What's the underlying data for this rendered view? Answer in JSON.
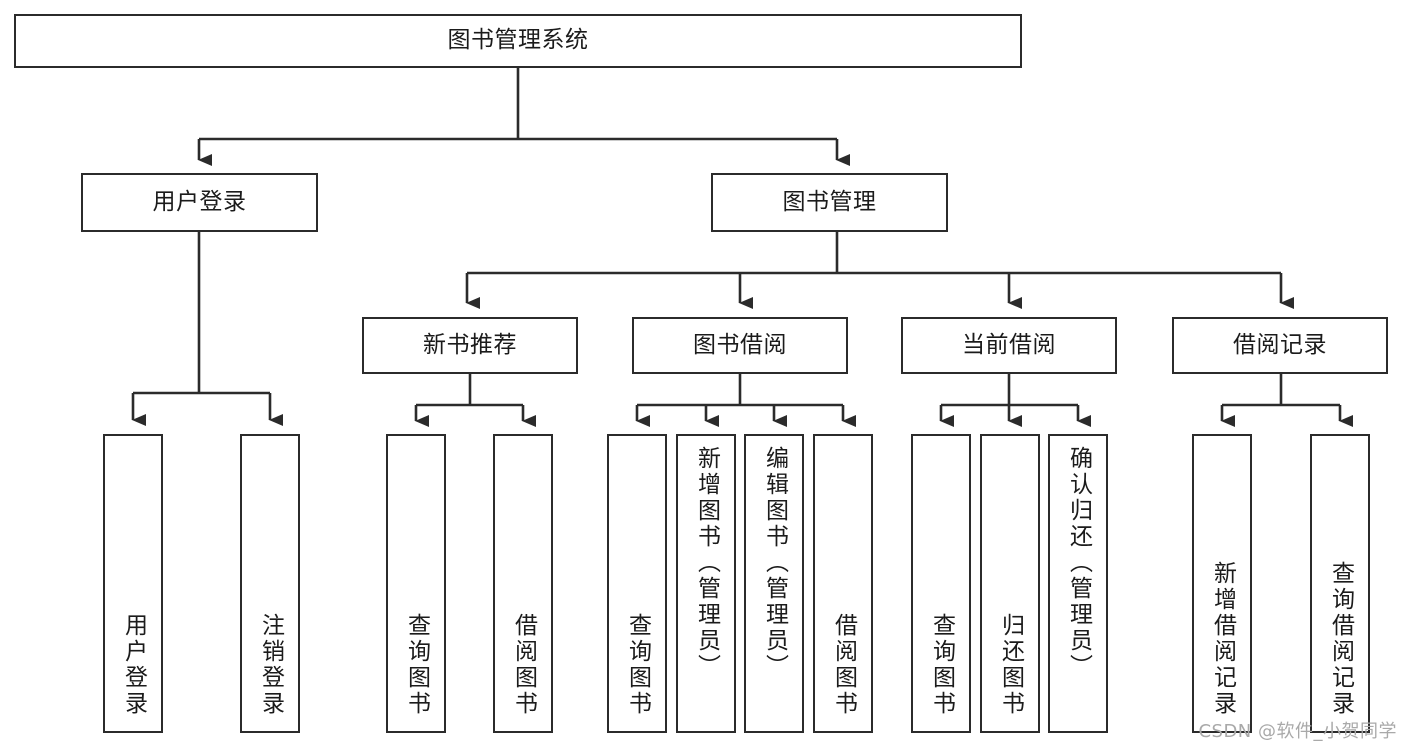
{
  "diagram": {
    "title": "图书管理系统",
    "watermark": "CSDN @软件_小贺同学",
    "line_color": "#2b2b2b",
    "box_fill": "#ffffff",
    "text_color": "#1b1b1b",
    "root": {
      "label": "图书管理系统"
    },
    "level2": [
      {
        "label": "用户登录"
      },
      {
        "label": "图书管理"
      }
    ],
    "level3": [
      {
        "label": "新书推荐"
      },
      {
        "label": "图书借阅"
      },
      {
        "label": "当前借阅"
      },
      {
        "label": "借阅记录"
      }
    ],
    "leaves": {
      "user_login": [
        {
          "label": "用户登录"
        },
        {
          "label": "注销登录"
        }
      ],
      "new_book": [
        {
          "label": "查询图书"
        },
        {
          "label": "借阅图书"
        }
      ],
      "book_borrow": [
        {
          "label": "查询图书"
        },
        {
          "label": "新增图书（管理员）"
        },
        {
          "label": "编辑图书（管理员）"
        },
        {
          "label": "借阅图书"
        }
      ],
      "current_borrow": [
        {
          "label": "查询图书"
        },
        {
          "label": "归还图书"
        },
        {
          "label": "确认归还（管理员）"
        }
      ],
      "borrow_record": [
        {
          "label": "新增借阅记录"
        },
        {
          "label": "查询借阅记录"
        }
      ]
    }
  }
}
